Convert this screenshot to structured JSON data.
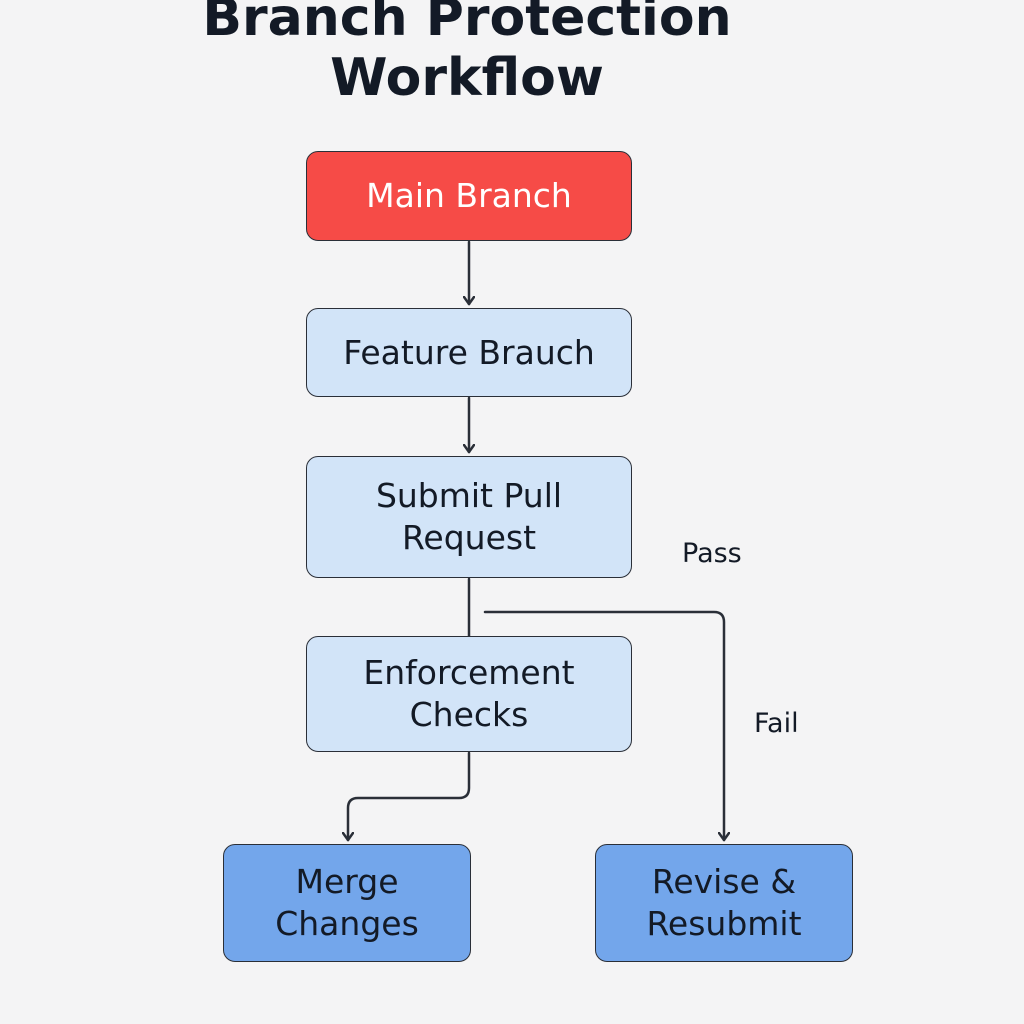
{
  "title": {
    "line1": "Branch Protection",
    "line2": "Workflow"
  },
  "nodes": {
    "main_branch": {
      "label": "Main Branch"
    },
    "feature_branch": {
      "label": "Feature Brauch"
    },
    "submit_pr": {
      "line1": "Submit Pull",
      "line2": "Request"
    },
    "enforcement_checks": {
      "line1": "Enforcement",
      "line2": "Checks"
    },
    "merge_changes": {
      "line1": "Merge",
      "line2": "Changes"
    },
    "revise_resubmit": {
      "line1": "Revise &",
      "line2": "Resubmit"
    }
  },
  "edges": {
    "pass_label": "Pass",
    "fail_label": "Fail"
  },
  "colors": {
    "main_branch": "#f64b47",
    "step": "#d2e4f8",
    "outcome": "#73a6eb",
    "line": "#2a2f38"
  }
}
